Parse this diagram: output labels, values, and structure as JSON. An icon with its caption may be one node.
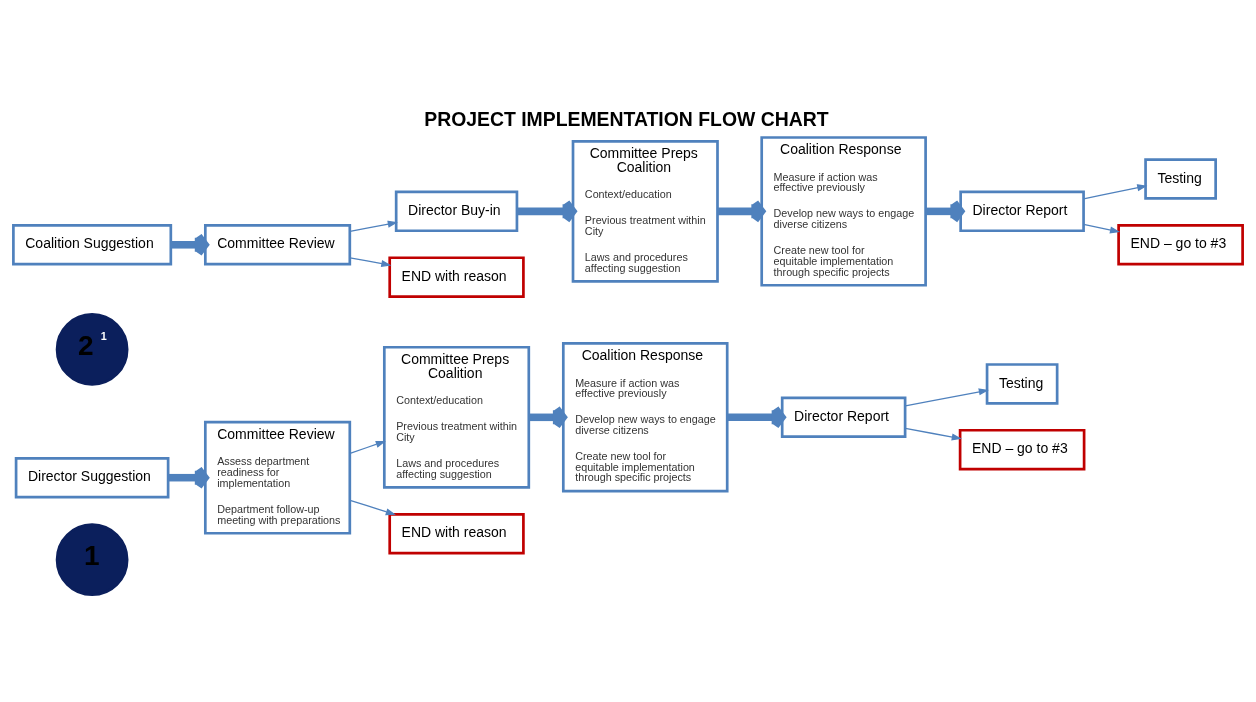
{
  "diagram": {
    "title": "PROJECT IMPLEMENTATION FLOW CHART",
    "nodes": [
      {
        "text": [
          "1"
        ]
      },
      {
        "text": [
          "Director Suggestion"
        ]
      },
      {
        "text": [
          "Committee Review",
          "Assess department readiness for implementation",
          "Department follow-up meeting with preparations"
        ]
      },
      {
        "text": [
          "Committee Preps Coalition",
          "Context/education",
          "Previous treatment within City",
          "Laws and procedures affecting suggestion"
        ]
      },
      {
        "text": [
          "END with reason"
        ]
      },
      {
        "text": [
          "Coalition Response",
          "Measure if action was effective previously",
          "Develop new ways to engage diverse citizens",
          "Create new tool for equitable implementation through specific projects"
        ]
      },
      {
        "text": [
          "Director Report"
        ]
      },
      {
        "text": [
          "Testing"
        ]
      },
      {
        "text": [
          "END – go to #3"
        ]
      },
      {
        "text": [
          "2",
          "1"
        ]
      },
      {
        "text": [
          "Coalition Suggestion"
        ]
      },
      {
        "text": [
          "Committee Review"
        ]
      },
      {
        "text": [
          "Director Buy-in"
        ]
      },
      {
        "text": [
          "END with reason"
        ]
      },
      {
        "text": [
          "Committee Preps Coalition",
          "Context/education",
          "Previous treatment within City",
          "Laws and procedures affecting suggestion"
        ]
      },
      {
        "text": [
          "Coalition Response",
          "Measure if action was effective previously",
          "Develop new ways to engage diverse citizens",
          "Create new tool for equitable implementation through specific projects"
        ]
      },
      {
        "text": [
          "Director Report"
        ]
      },
      {
        "text": [
          "Testing"
        ]
      },
      {
        "text": [
          "END – go to #3"
        ]
      }
    ],
    "edges": [
      {
        "from": 1,
        "to": 2,
        "arrow": "to",
        "style": "thick"
      },
      {
        "from": 2,
        "to": 3,
        "arrow": "to"
      },
      {
        "from": 2,
        "to": 4,
        "arrow": "to"
      },
      {
        "from": 3,
        "to": 5,
        "arrow": "to",
        "style": "thick"
      },
      {
        "from": 5,
        "to": 6,
        "arrow": "to",
        "style": "thick"
      },
      {
        "from": 6,
        "to": 7,
        "arrow": "to"
      },
      {
        "from": 6,
        "to": 8,
        "arrow": "to"
      },
      {
        "from": 10,
        "to": 11,
        "arrow": "to",
        "style": "thick"
      },
      {
        "from": 11,
        "to": 12,
        "arrow": "to"
      },
      {
        "from": 11,
        "to": 13,
        "arrow": "to"
      },
      {
        "from": 12,
        "to": 14,
        "arrow": "to",
        "style": "thick"
      },
      {
        "from": 14,
        "to": 15,
        "arrow": "to",
        "style": "thick"
      },
      {
        "from": 15,
        "to": 16,
        "arrow": "to",
        "style": "thick"
      },
      {
        "from": 16,
        "to": 17,
        "arrow": "to"
      },
      {
        "from": 16,
        "to": 18,
        "arrow": "to"
      }
    ]
  }
}
